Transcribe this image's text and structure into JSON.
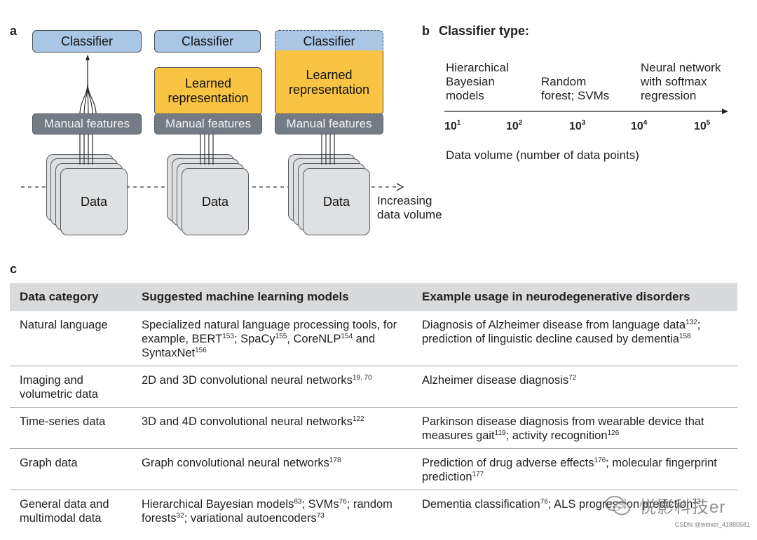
{
  "panel_a": {
    "letter": "a",
    "classifier_label": "Classifier",
    "learned_label": "Learned representation",
    "manual_label": "Manual features",
    "data_label": "Data",
    "increasing_label": "Increasing data volume"
  },
  "panel_b": {
    "letter": "b",
    "title": "Classifier type:",
    "categories": [
      "Hierarchical Bayesian models",
      "Random forest; SVMs",
      "Neural network with softmax regression"
    ],
    "ticks": [
      {
        "base": "10",
        "exp": "1"
      },
      {
        "base": "10",
        "exp": "2"
      },
      {
        "base": "10",
        "exp": "3"
      },
      {
        "base": "10",
        "exp": "4"
      },
      {
        "base": "10",
        "exp": "5"
      }
    ],
    "axis_label": "Data volume (number of data points)"
  },
  "panel_c": {
    "letter": "c",
    "headers": [
      "Data category",
      "Suggested machine learning models",
      "Example usage in neurodegenerative disorders"
    ],
    "rows": [
      {
        "category": "Natural language",
        "models": [
          [
            "Specialized natural language processing tools, for example, BERT",
            "153"
          ],
          [
            "; SpaCy",
            "155"
          ],
          [
            ", CoreNLP",
            "154"
          ],
          [
            " and SyntaxNet",
            "156"
          ]
        ],
        "usage": [
          [
            "Diagnosis of Alzheimer disease from language data",
            "132"
          ],
          [
            "; prediction of linguistic decline caused by dementia",
            "158"
          ]
        ]
      },
      {
        "category": "Imaging and volumetric data",
        "models": [
          [
            "2D and 3D convolutional neural networks",
            "19, 70"
          ]
        ],
        "usage": [
          [
            "Alzheimer disease diagnosis",
            "72"
          ]
        ]
      },
      {
        "category": "Time-series data",
        "models": [
          [
            "3D and 4D convolutional neural networks",
            "122"
          ]
        ],
        "usage": [
          [
            "Parkinson disease diagnosis from wearable device that measures gait",
            "119"
          ],
          [
            "; activity recognition",
            "126"
          ]
        ]
      },
      {
        "category": "Graph data",
        "models": [
          [
            "Graph convolutional neural networks",
            "178"
          ]
        ],
        "usage": [
          [
            "Prediction of drug adverse effects",
            "176"
          ],
          [
            "; molecular fingerprint prediction",
            "177"
          ]
        ]
      },
      {
        "category": "General data and multimodal data",
        "models": [
          [
            "Hierarchical Bayesian models",
            "83"
          ],
          [
            "; SVMs",
            "76"
          ],
          [
            "; random forests",
            "32"
          ],
          [
            "; variational autoencoders",
            "73"
          ]
        ],
        "usage": [
          [
            "Dementia classification",
            "76"
          ],
          [
            "; ALS progression prediction",
            "32"
          ]
        ]
      }
    ]
  },
  "watermark": {
    "brand": "悦影科技er",
    "csdn": "CSDN @weixin_41880581"
  }
}
